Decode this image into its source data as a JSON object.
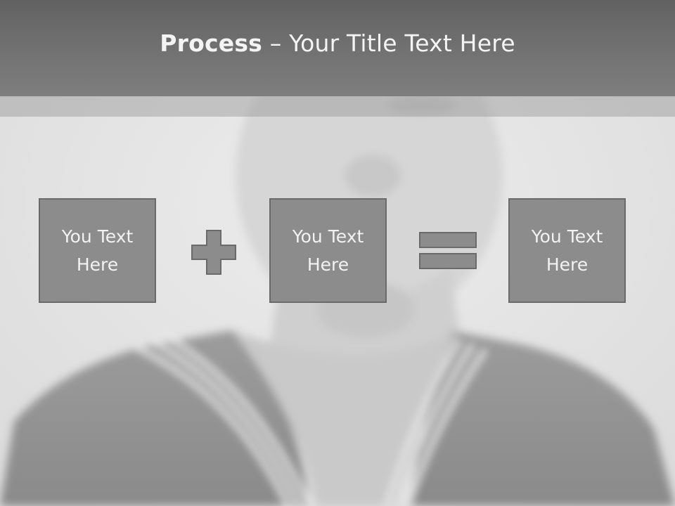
{
  "title": {
    "bold": "Process",
    "rest": " – Your Title Text Here"
  },
  "process": {
    "boxes": [
      {
        "text": "You Text Here"
      },
      {
        "text": "You Text Here"
      },
      {
        "text": "You Text Here"
      }
    ],
    "operators": [
      "plus-icon",
      "equals-icon"
    ]
  },
  "colors": {
    "title_bar": "#6e6e6e",
    "box_fill": "#8c8c8c",
    "box_border": "#6a6a6a",
    "text": "#f2f2f2"
  }
}
